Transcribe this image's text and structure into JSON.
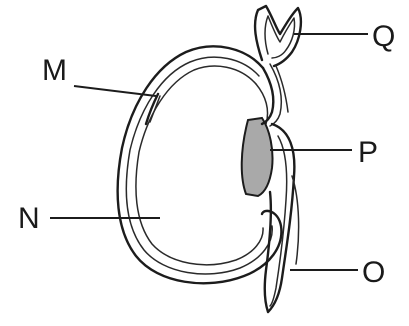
{
  "labels": {
    "M": "M",
    "N": "N",
    "O": "O",
    "P": "P",
    "Q": "Q"
  },
  "colors": {
    "line": "#1c1c1c",
    "hilum_fill": "#a9a9a9",
    "background": "#ffffff"
  }
}
